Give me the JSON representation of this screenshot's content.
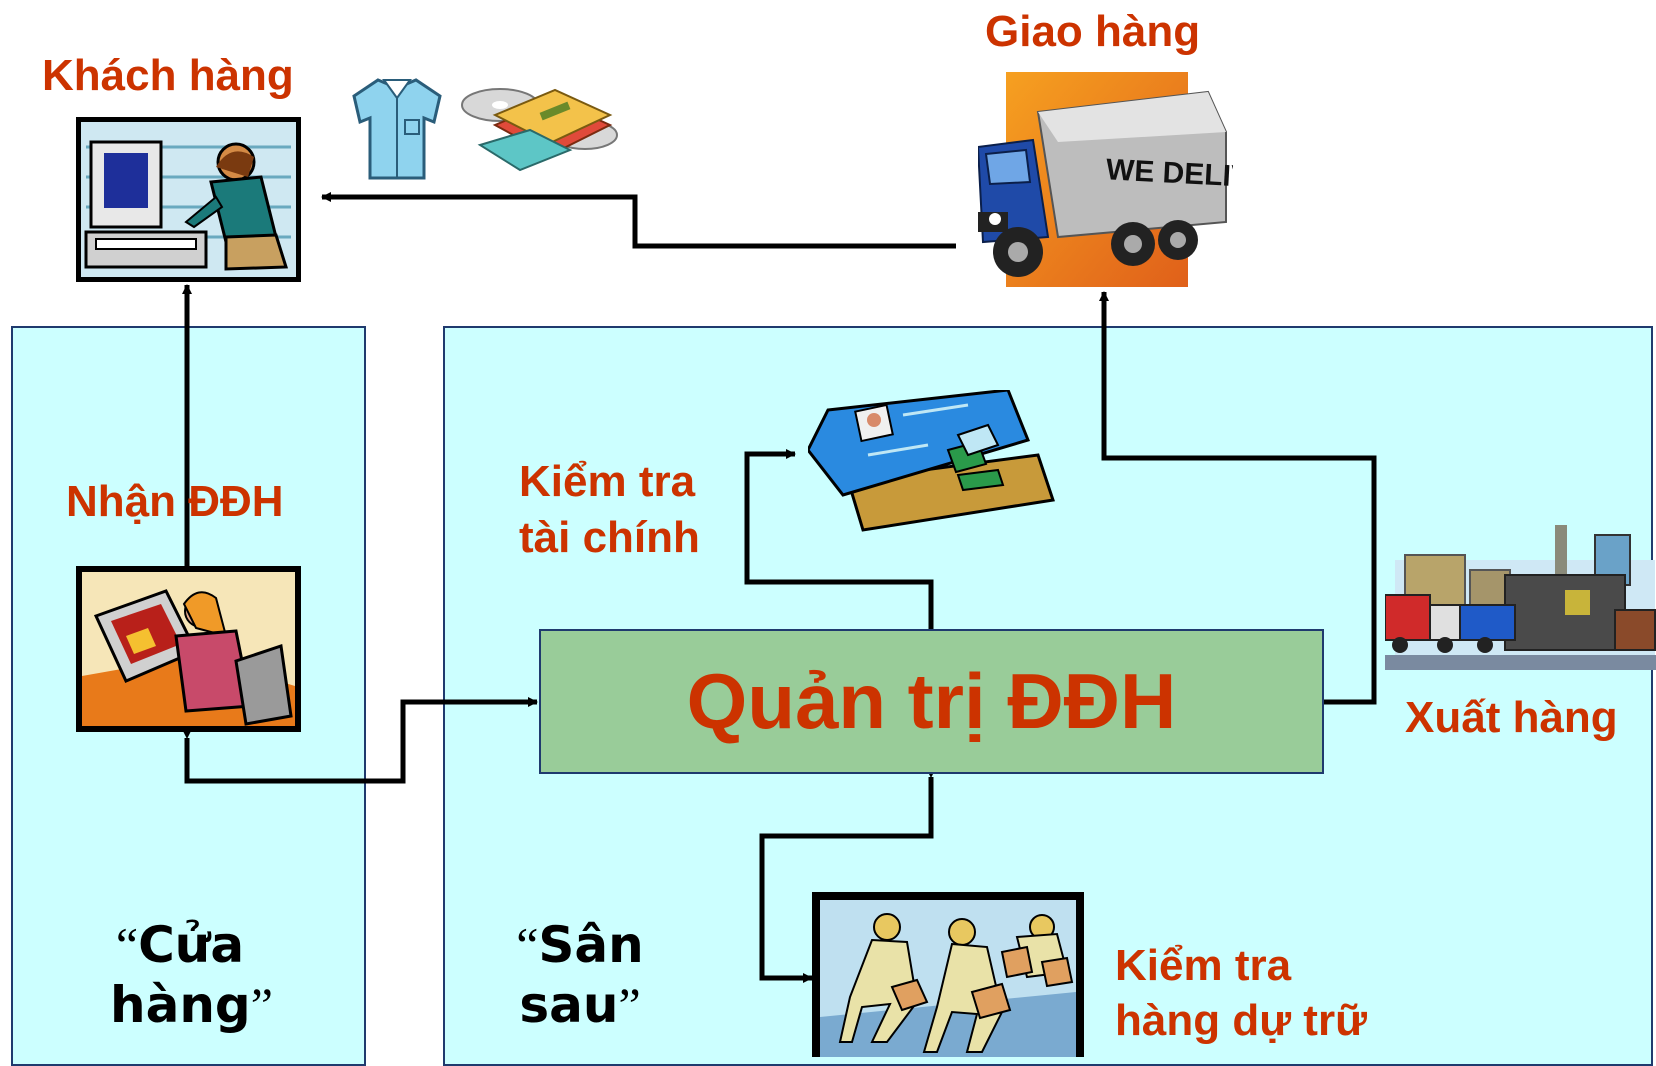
{
  "labels": {
    "customer": "Khách hàng",
    "delivery": "Giao hàng",
    "receive_order": "Nhận ĐĐH",
    "finance_check_line1": "Kiểm tra",
    "finance_check_line2": "tài chính",
    "core": "Quản trị ĐĐH",
    "ship_out": "Xuất hàng",
    "stock_check_line1": "Kiểm tra",
    "stock_check_line2": "hàng dự trữ"
  },
  "zones": {
    "front_line1": "Cửa",
    "front_line2": "hàng",
    "back_line1": "Sân",
    "back_line2": "sau",
    "open_quote": "“",
    "close_quote": "”"
  },
  "truck_text": "WE DELIVER",
  "colors": {
    "label_red": "#cc3300",
    "zone_fill": "#ccffff",
    "core_fill": "#99cc99",
    "arrow": "#000000"
  },
  "icons": [
    "customer-computer-icon",
    "shirt-icon",
    "discs-package-icon",
    "delivery-truck-icon",
    "clerk-computer-icon",
    "credit-cards-icon",
    "factory-warehouse-icon",
    "warehouse-workers-icon"
  ]
}
